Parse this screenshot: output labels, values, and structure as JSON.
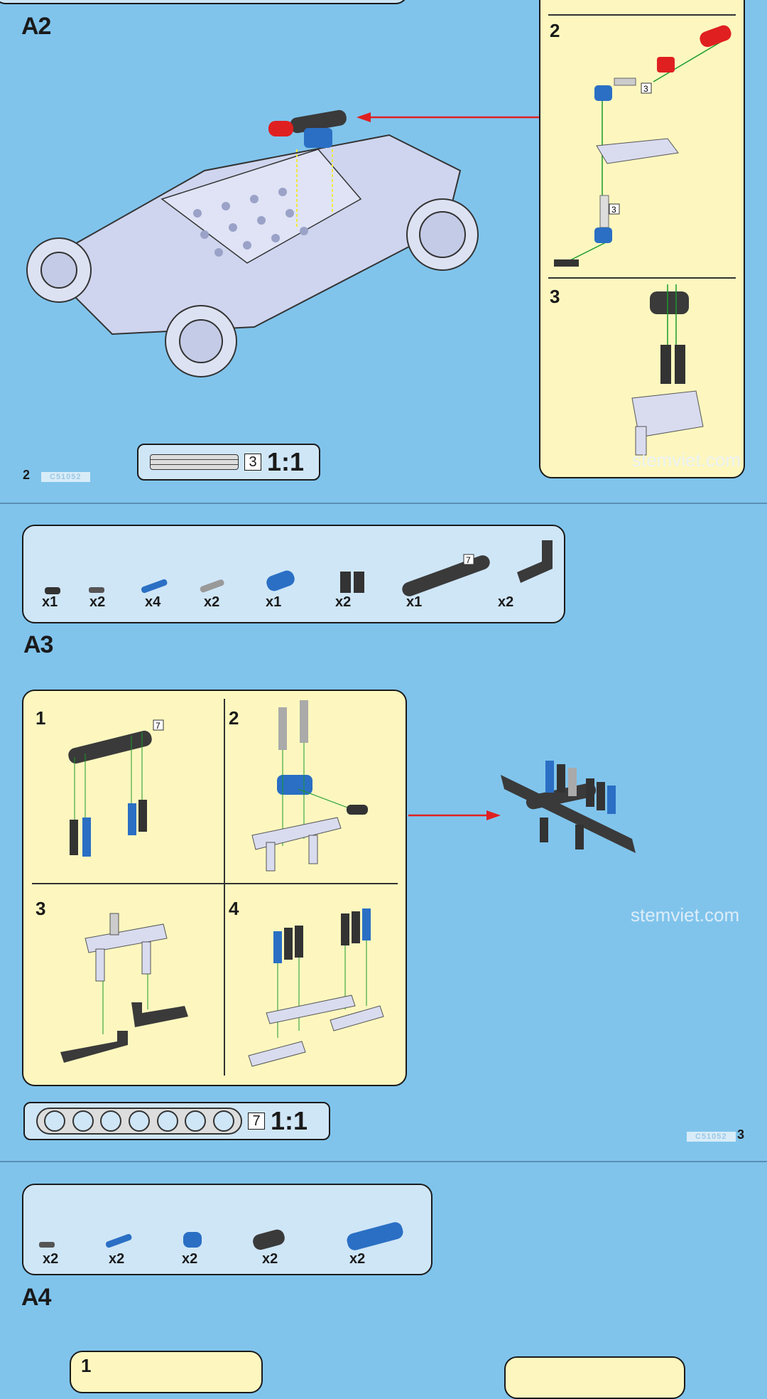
{
  "page2": {
    "section": "A2",
    "steps": [
      "2",
      "3"
    ],
    "step_ref": "3",
    "scale_ref": "3",
    "scale_ratio": "1:1",
    "page_number": "2",
    "code": "C51052",
    "watermark": "stemviet.com"
  },
  "page3": {
    "section": "A3",
    "parts": [
      {
        "count": "x1"
      },
      {
        "count": "x2"
      },
      {
        "count": "x4"
      },
      {
        "count": "x2"
      },
      {
        "count": "x1"
      },
      {
        "count": "x2"
      },
      {
        "count": "x1",
        "ref": "7"
      },
      {
        "count": "x2"
      }
    ],
    "steps": [
      "1",
      "2",
      "3",
      "4"
    ],
    "step_ref": "7",
    "scale_ref": "7",
    "scale_ratio": "1:1",
    "page_number": "3",
    "code": "C51052",
    "watermark": "stemviet.com"
  },
  "page4": {
    "section": "A4",
    "parts": [
      {
        "count": "x2"
      },
      {
        "count": "x2"
      },
      {
        "count": "x2"
      },
      {
        "count": "x2"
      },
      {
        "count": "x2"
      }
    ],
    "steps": [
      "1"
    ]
  },
  "colors": {
    "background": "#80c4ec",
    "panel": "#fdf7bf",
    "parts_box": "#cfe6f7",
    "arrow": "#e02020",
    "guide": "#1a9a2a"
  }
}
